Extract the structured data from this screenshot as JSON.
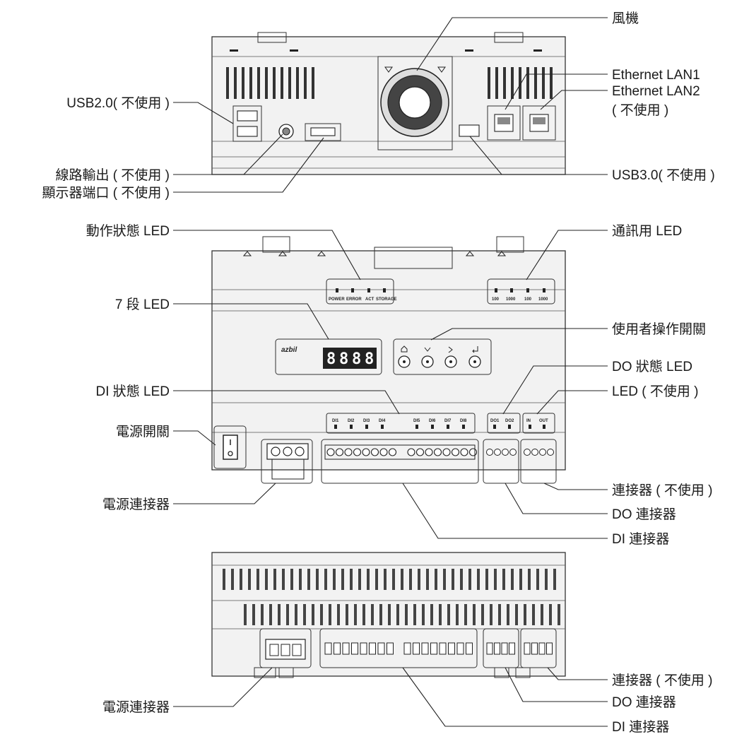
{
  "labels": {
    "fan": "風機",
    "eth_lan1": "Ethernet LAN1",
    "eth_lan2": "Ethernet LAN2",
    "eth_lan2_note": "( 不使用 )",
    "usb20": "USB2.0( 不使用 )",
    "line_out": "線路輸出 ( 不使用 )",
    "display_port": "顯示器端口 ( 不使用 )",
    "usb30": "USB3.0( 不使用 )",
    "status_led": "動作狀態 LED",
    "comm_led": "通訊用 LED",
    "seg_led": "7 段 LED",
    "user_switch": "使用者操作開關",
    "do_status_led": "DO 狀態 LED",
    "di_status_led": "DI 狀態 LED",
    "led_unused": "LED ( 不使用 )",
    "power_switch": "電源開關",
    "power_connector_front": "電源連接器",
    "connector_unused_front": "連接器 ( 不使用 )",
    "do_connector_front": "DO 連接器",
    "di_connector_front": "DI 連接器",
    "connector_unused_bottom": "連接器 ( 不使用 )",
    "power_connector_bottom": "電源連接器",
    "do_connector_bottom": "DO 連接器",
    "di_connector_bottom": "DI 連接器"
  },
  "device": {
    "logo": "azbil",
    "seven_seg_digits": [
      "8",
      "8",
      "8",
      "8"
    ],
    "status_leds": [
      "POWER",
      "ERROR",
      "ACT",
      "STORAGE"
    ],
    "comm_leds": [
      "100",
      "1000",
      "100",
      "1000"
    ],
    "di_leds": [
      "DI1",
      "DI2",
      "DI3",
      "DI4",
      "DI5",
      "DI6",
      "DI7",
      "DI8"
    ],
    "do_leds": [
      "DO1",
      "DO2"
    ],
    "io_leds": [
      "IN",
      "OUT"
    ]
  }
}
